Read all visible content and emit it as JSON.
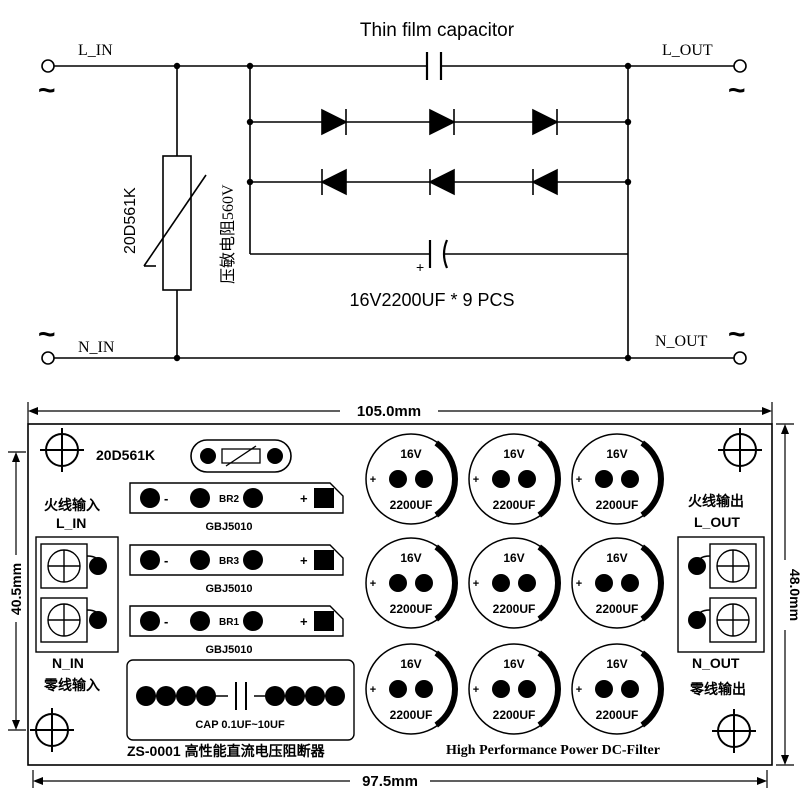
{
  "schematic": {
    "capacitor_title": "Thin film capacitor",
    "l_in": "L_IN",
    "n_in": "N_IN",
    "l_out": "L_OUT",
    "n_out": "N_OUT",
    "tilde": "~",
    "varistor_part": "20D561K",
    "varistor_desc": "压敏电阻560V",
    "cap_bank": "16V2200UF  *  9 PCS",
    "plus": "+"
  },
  "board": {
    "width_dim": "105.0mm",
    "bottom_dim": "97.5mm",
    "left_dim": "40.5mm",
    "right_dim": "48.0mm",
    "varistor_label": "20D561K",
    "left_live_cn": "火线输入",
    "left_live": "L_IN",
    "left_neutral": "N_IN",
    "left_neutral_cn": "零线输入",
    "right_live_cn": "火线输出",
    "right_live": "L_OUT",
    "right_neutral": "N_OUT",
    "right_neutral_cn": "零线输出",
    "bridges": [
      {
        "ref": "BR2",
        "part": "GBJ5010"
      },
      {
        "ref": "BR3",
        "part": "GBJ5010"
      },
      {
        "ref": "BR1",
        "part": "GBJ5010"
      }
    ],
    "minus": "-",
    "plus": "+",
    "cap_block_label": "CAP 0.1UF~10UF",
    "cap_voltage": "16V",
    "cap_value": "2200UF",
    "model_cn": "ZS-0001 高性能直流电压阻断器",
    "title_en": "High Performance Power DC-Filter"
  }
}
